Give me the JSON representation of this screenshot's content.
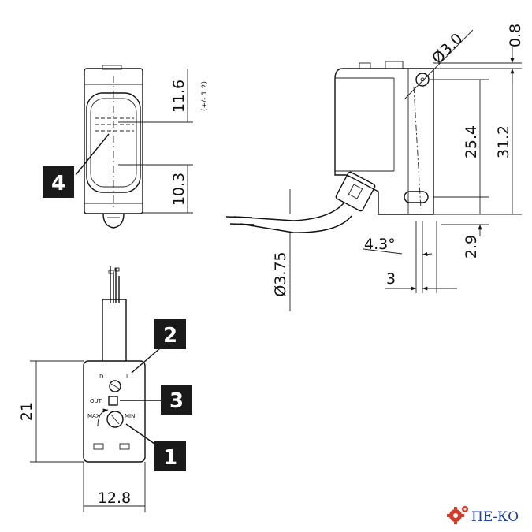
{
  "front_view": {
    "dim_upper": "11.6",
    "dim_tolerance": "(+/- 1.2)",
    "dim_lower": "10.3",
    "callout": "4"
  },
  "side_view": {
    "dim_hole": "Ø3.0",
    "dim_top": "0.8",
    "dim_hole_spacing": "25.4",
    "dim_height": "31.2",
    "dim_angle": "4.3°",
    "dim_bottom": "2.9",
    "dim_offset": "3",
    "dim_cable": "Ø3.75"
  },
  "back_view": {
    "label_d": "D",
    "label_l": "L",
    "label_out": "OUT",
    "label_max": "MAX",
    "label_min": "MIN",
    "dim_height": "21",
    "dim_width": "12.8",
    "callouts": [
      "2",
      "3",
      "1"
    ]
  },
  "logo": {
    "text": "ПЕ-КО",
    "gear_color": "#d23a2a",
    "text_color": "#1f3fa8"
  }
}
